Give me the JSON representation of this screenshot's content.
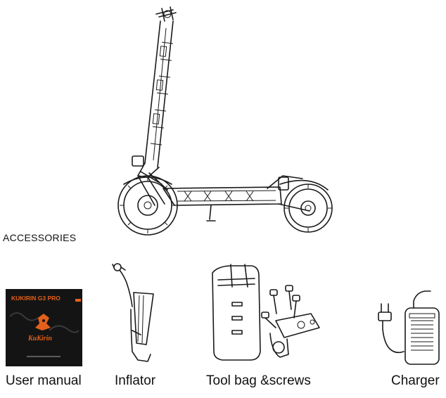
{
  "section": {
    "heading": "ACCESSORIES"
  },
  "accessories": [
    {
      "caption": "User manual",
      "icon": "user-manual-icon"
    },
    {
      "caption": "Inflator",
      "icon": "inflator-icon"
    },
    {
      "caption": "Tool bag &screws",
      "icon": "tool-bag-screws-icon"
    },
    {
      "caption": "Charger",
      "icon": "charger-icon"
    }
  ],
  "manual_cover": {
    "title": "KUKIRIN G3 PRO",
    "brand": "KuKirin",
    "colors": {
      "background": "#141414",
      "accent": "#e2601c"
    }
  }
}
